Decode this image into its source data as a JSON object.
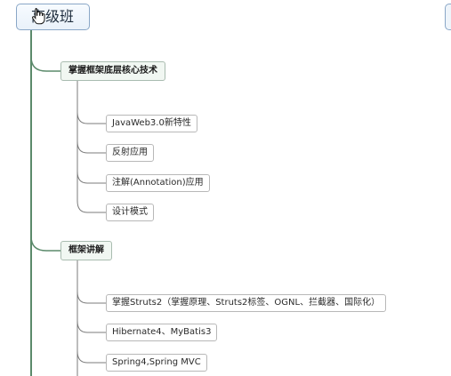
{
  "root": {
    "label": "高级班"
  },
  "branches": [
    {
      "label": "掌握框架底层核心技术",
      "children": [
        "JavaWeb3.0新特性",
        "反射应用",
        "注解(Annotation)应用",
        "设计模式"
      ]
    },
    {
      "label": "框架讲解",
      "children": [
        "掌握Struts2（掌握原理、Struts2标签、OGNL、拦截器、国际化）",
        "Hibernate4、MyBatis3",
        "Spring4,Spring MVC"
      ]
    }
  ],
  "colors": {
    "trunk_line": "#5b8a6b",
    "connector": "#7b7b7b"
  }
}
